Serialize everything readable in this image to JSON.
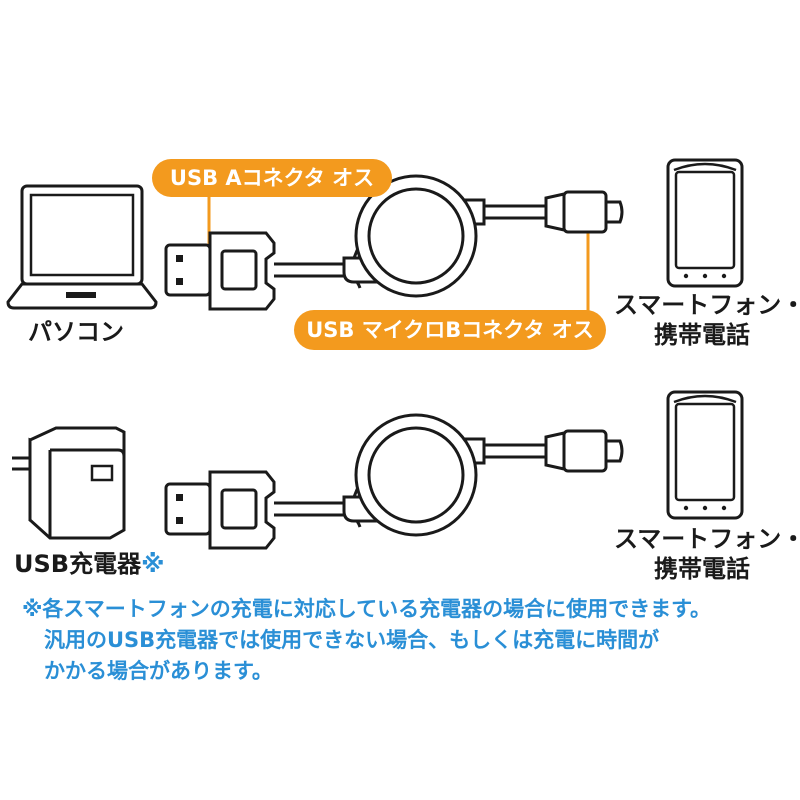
{
  "top": {
    "pc_label": "パソコン",
    "usb_a_callout": "USB Aコネクタ オス",
    "micro_b_callout": "USB マイクロBコネクタ オス",
    "phone_label_line1": "スマートフォン・",
    "phone_label_line2": "携帯電話"
  },
  "bottom": {
    "charger_label": "USB充電器",
    "charger_mark": "※",
    "phone_label_line1": "スマートフォン・",
    "phone_label_line2": "携帯電話"
  },
  "note": {
    "line1": "※各スマートフォンの充電に対応している充電器の場合に使用できます。",
    "line2": "汎用のUSB充電器では使用できない場合、もしくは充電に時間が",
    "line3": "かかる場合があります。"
  },
  "colors": {
    "accent": "#f39a1e",
    "note_text": "#2a8fd6",
    "line": "#1a1a1a"
  }
}
